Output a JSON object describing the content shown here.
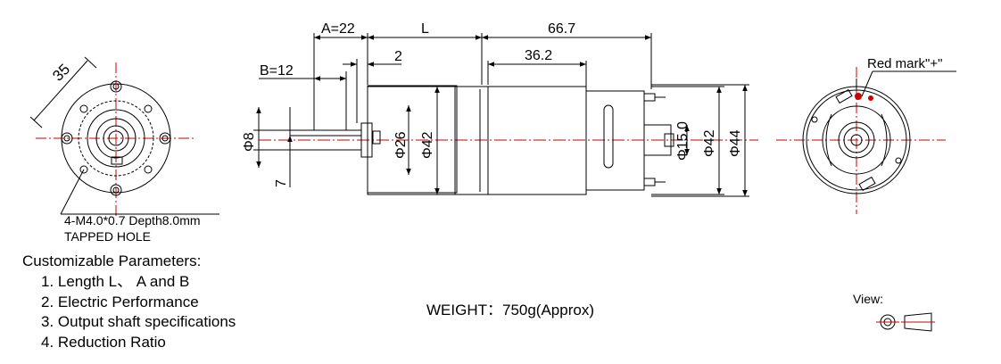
{
  "front_view": {
    "dim_diameter": "35",
    "hole_note_line1": "4-M4.0*0.7 Depth8.0mm",
    "hole_note_line2": "TAPPED HOLE"
  },
  "side_view": {
    "dim_a": "A=22",
    "dim_l": "L",
    "dim_total": "66.7",
    "dim_b": "B=12",
    "dim_2": "2",
    "dim_body": "36.2",
    "dim_shaft_dia": "Φ8",
    "dim_7": "7",
    "dim_boss": "Φ26",
    "dim_gearbox": "Φ42",
    "dim_terminal": "Φ15.0",
    "dim_motor": "Φ42",
    "dim_end": "Φ44"
  },
  "rear_view": {
    "red_mark": "Red mark\"+\"",
    "accent_red": "#cc0000"
  },
  "parameters": {
    "heading": "Customizable Parameters:",
    "items": [
      "1. Length  L、  A and B",
      "2. Electric Performance",
      "3. Output shaft specifications",
      "4. Reduction Ratio"
    ]
  },
  "weight": "WEIGHT：750g(Approx)",
  "view_label": "View:"
}
